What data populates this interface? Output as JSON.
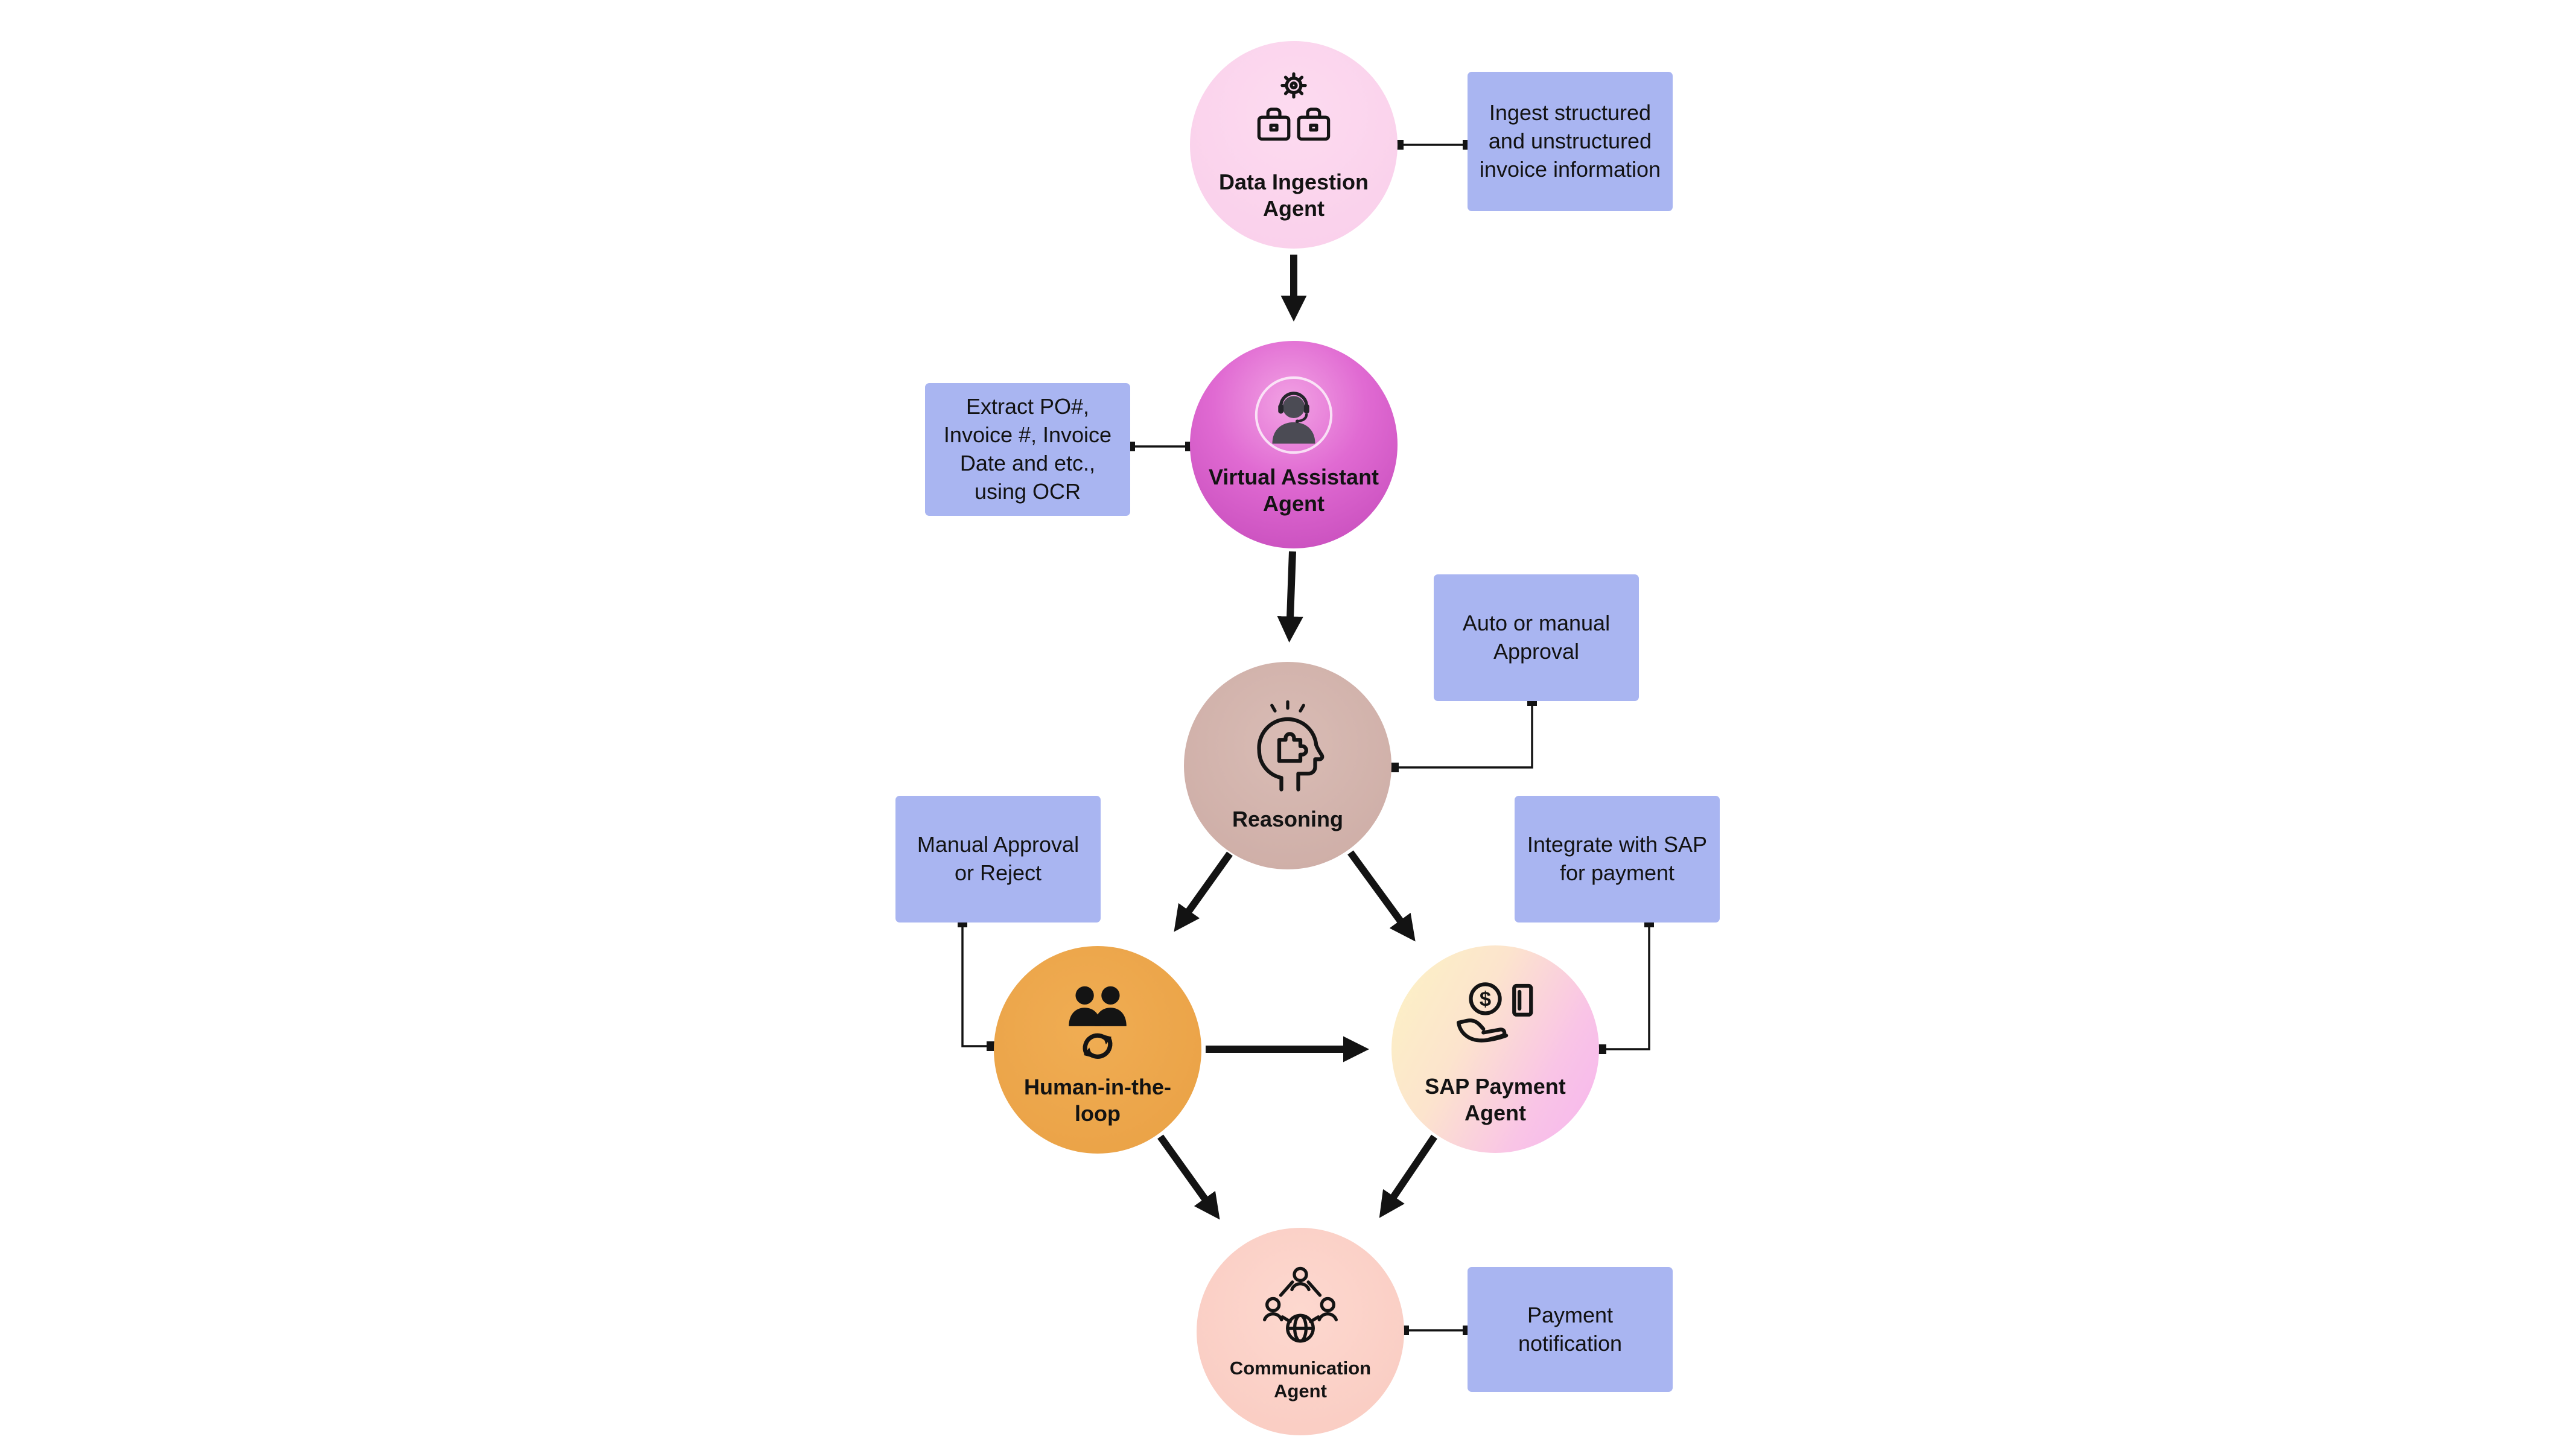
{
  "colors": {
    "background": "#ffffff",
    "note_fill": "#a9b5f1",
    "edge": "#131313",
    "node_data_ingestion": "#f9ceea",
    "node_virtual_assistant_light": "#f2a2e4",
    "node_virtual_assistant_dark": "#c247b8",
    "node_reasoning": "#ccaba4",
    "node_human_in_the_loop": "#e9a044",
    "node_sap_payment_yellow": "#fdf3c4",
    "node_sap_payment_pink": "#f6b5ef",
    "node_communication": "#f9cac0"
  },
  "diagram": {
    "nodes": [
      {
        "id": "data-ingestion-agent",
        "label": "Data Ingestion Agent",
        "icon": "gear-briefcases-icon"
      },
      {
        "id": "virtual-assistant-agent",
        "label": "Virtual Assistant Agent",
        "icon": "headset-avatar-icon"
      },
      {
        "id": "reasoning",
        "label": "Reasoning",
        "icon": "head-puzzle-icon"
      },
      {
        "id": "human-in-the-loop",
        "label": "Human-in-the-loop",
        "icon": "people-cycle-icon"
      },
      {
        "id": "sap-payment-agent",
        "label": "SAP Payment Agent",
        "icon": "hand-payment-icon"
      },
      {
        "id": "communication-agent",
        "label": "Communication Agent",
        "icon": "people-network-globe-icon"
      }
    ],
    "notes": [
      {
        "id": "ingest-note",
        "text": "Ingest structured and unstructured invoice information",
        "attached_to": "data-ingestion-agent"
      },
      {
        "id": "extract-note",
        "text": "Extract PO#, Invoice #, Invoice Date and etc., using OCR",
        "attached_to": "virtual-assistant-agent"
      },
      {
        "id": "approval-note",
        "text": "Auto or manual Approval",
        "attached_to": "reasoning"
      },
      {
        "id": "manual-approval-note",
        "text": "Manual Approval or Reject",
        "attached_to": "human-in-the-loop"
      },
      {
        "id": "sap-integration-note",
        "text": "Integrate with SAP for payment",
        "attached_to": "sap-payment-agent"
      },
      {
        "id": "payment-notification-note",
        "text": "Payment notification",
        "attached_to": "communication-agent"
      }
    ],
    "edges": [
      {
        "from": "data-ingestion-agent",
        "to": "virtual-assistant-agent"
      },
      {
        "from": "virtual-assistant-agent",
        "to": "reasoning"
      },
      {
        "from": "reasoning",
        "to": "human-in-the-loop"
      },
      {
        "from": "reasoning",
        "to": "sap-payment-agent"
      },
      {
        "from": "human-in-the-loop",
        "to": "sap-payment-agent"
      },
      {
        "from": "human-in-the-loop",
        "to": "communication-agent"
      },
      {
        "from": "sap-payment-agent",
        "to": "communication-agent"
      }
    ]
  }
}
